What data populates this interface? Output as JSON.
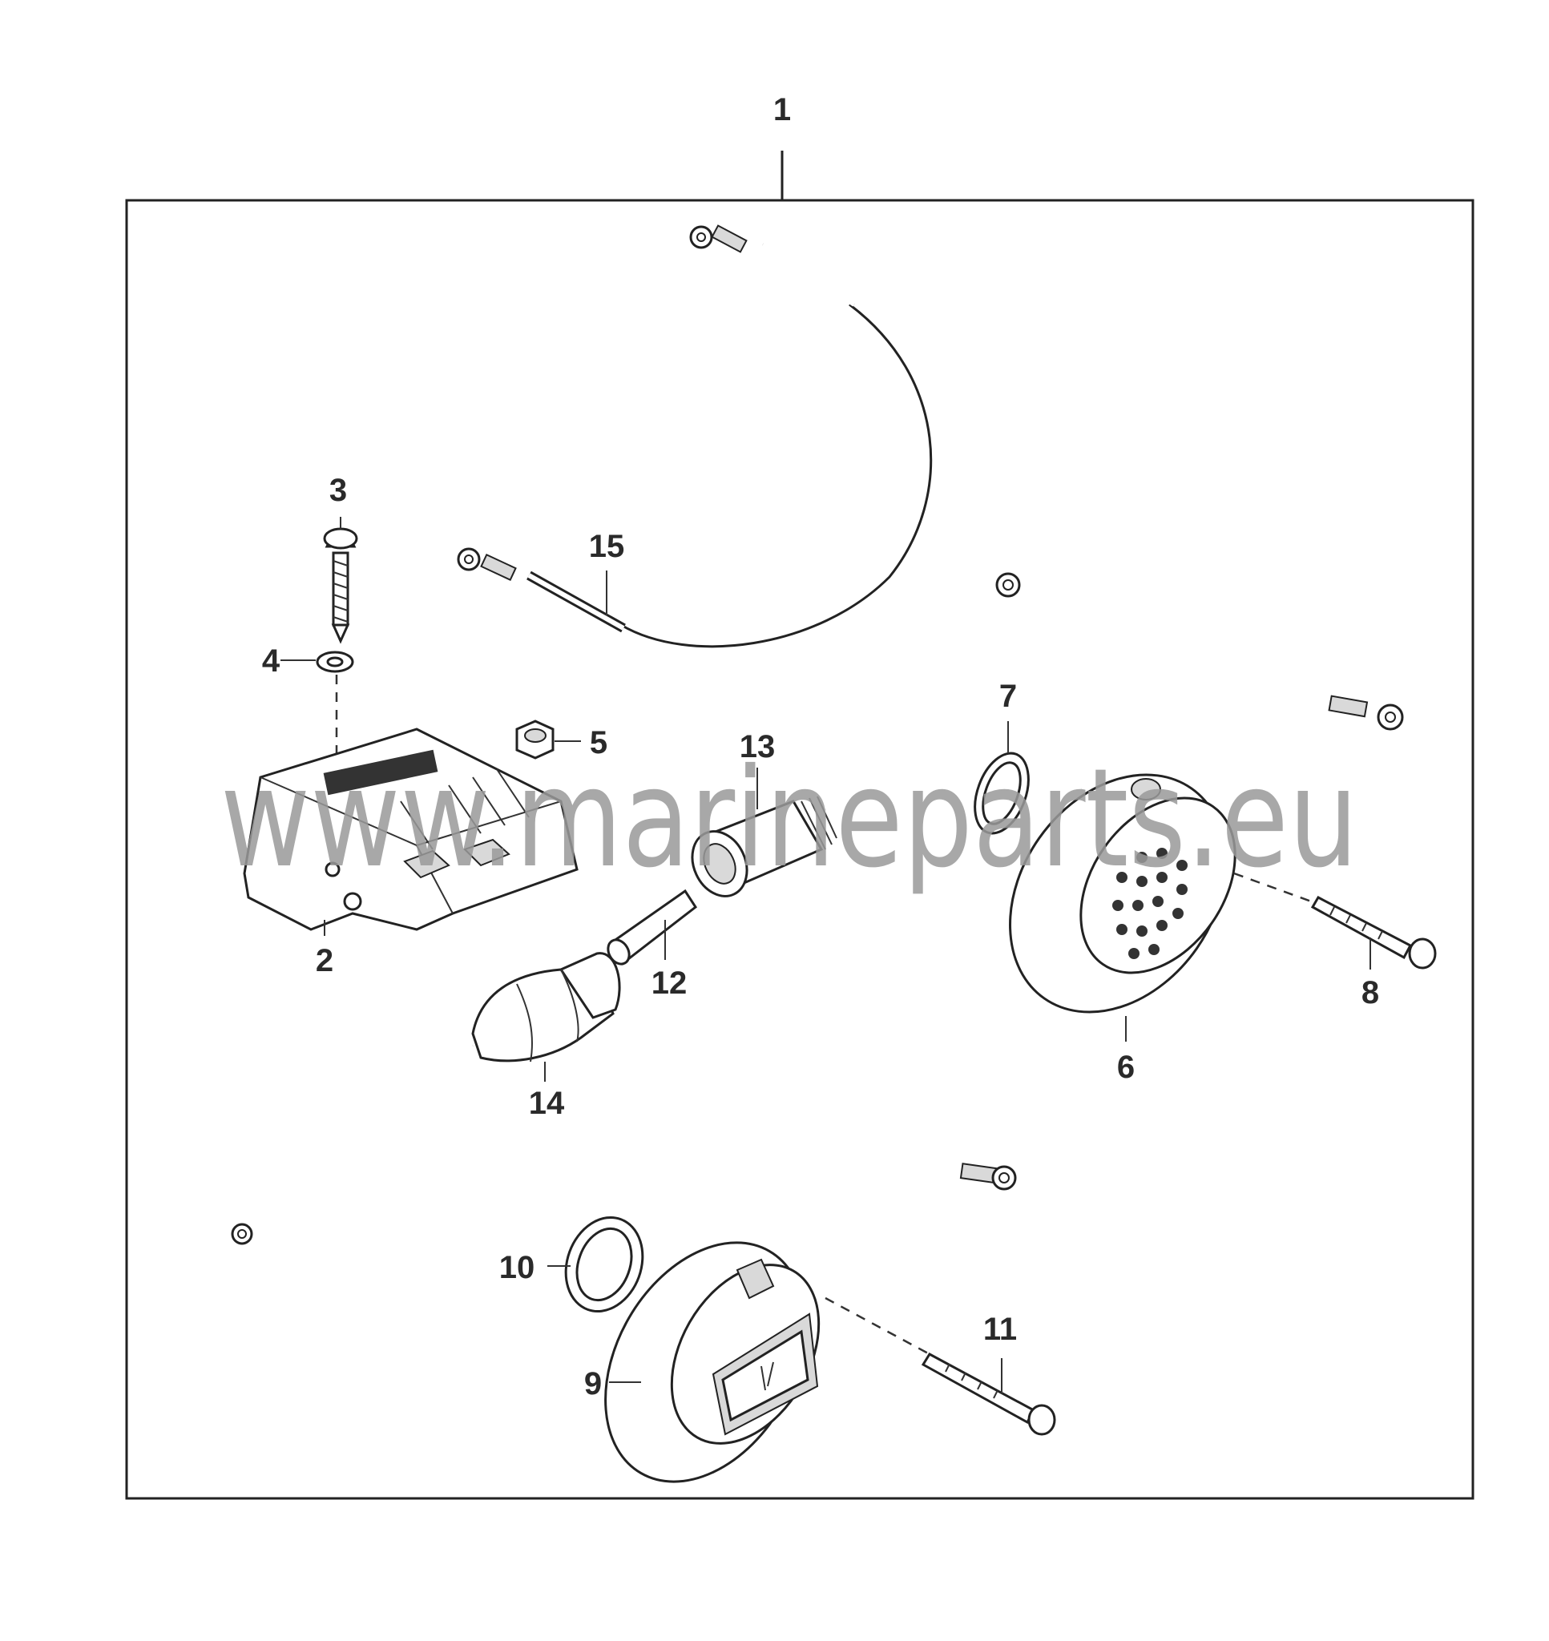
{
  "diagram": {
    "watermark": "www.marineparts.eu",
    "callouts": {
      "c1": "1",
      "c2": "2",
      "c3": "3",
      "c4": "4",
      "c5": "5",
      "c6": "6",
      "c7": "7",
      "c8": "8",
      "c9": "9",
      "c10": "10",
      "c11": "11",
      "c12": "12",
      "c13": "13",
      "c14": "14",
      "c15": "15"
    }
  }
}
